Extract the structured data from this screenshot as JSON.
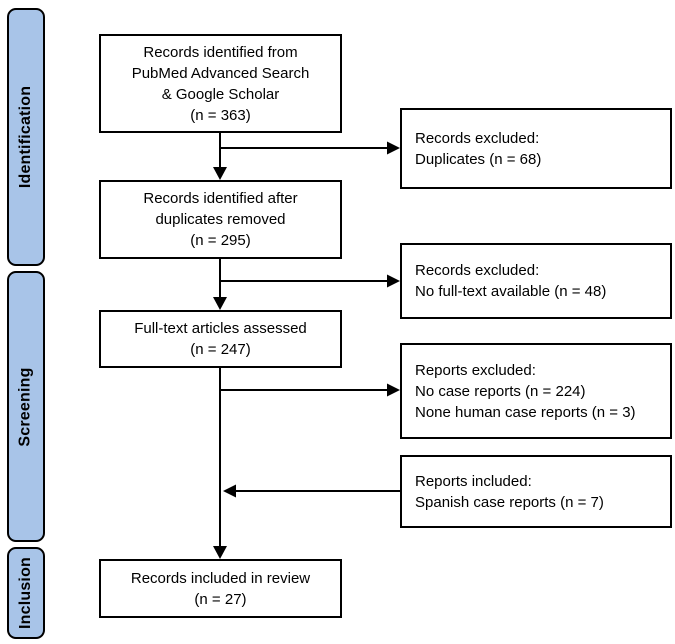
{
  "diagram": {
    "stages": [
      {
        "label": "Identification"
      },
      {
        "label": "Screening"
      },
      {
        "label": "Inclusion"
      }
    ],
    "main_boxes": [
      {
        "text": "Records identified from\nPubMed Advanced Search\n& Google Scholar\n(n = 363)"
      },
      {
        "text": "Records identified after\nduplicates removed\n(n = 295)"
      },
      {
        "text": "Full-text articles assessed\n(n = 247)"
      },
      {
        "text": "Records included in review\n(n = 27)"
      }
    ],
    "side_boxes": [
      {
        "text": "Records excluded:\nDuplicates (n = 68)"
      },
      {
        "text": "Records excluded:\nNo full-text available (n = 48)"
      },
      {
        "text": "Reports excluded:\nNo case reports (n = 224)\nNone human case reports (n = 3)"
      },
      {
        "text": "Reports included:\nSpanish case reports (n = 7)"
      }
    ],
    "colors": {
      "stage_fill": "#a8c4e8",
      "line": "#000000",
      "background": "#ffffff"
    }
  }
}
